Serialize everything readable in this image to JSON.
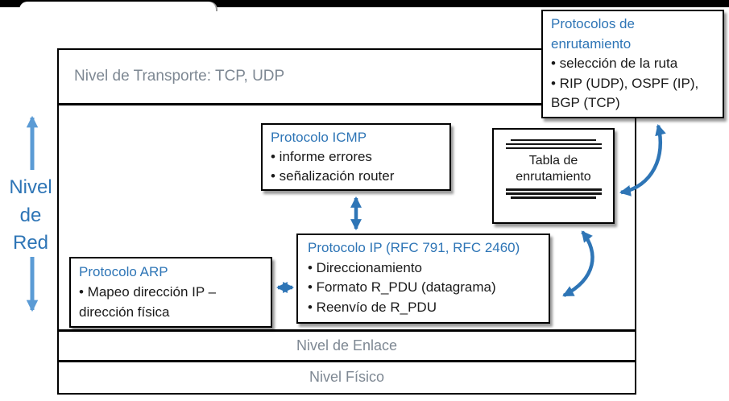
{
  "colors": {
    "accent_blue": "#2E75B6",
    "side_arrow_blue": "#5B9BD5",
    "layer_label_gray": "#7E8893",
    "box_border_black": "#000000"
  },
  "side_label": {
    "line1": "Nivel",
    "line2": "de",
    "line3": "Red"
  },
  "layers": {
    "transport_label": "Nivel de Transporte: TCP, UDP",
    "link_label": "Nivel de Enlace",
    "physical_label": "Nivel Físico"
  },
  "boxes": {
    "routing_protocols": {
      "title": "Protocolos de enrutamiento",
      "bullets": [
        "• selección de la ruta",
        "• RIP (UDP), OSPF (IP), BGP (TCP)"
      ]
    },
    "icmp": {
      "title": "Protocolo ICMP",
      "bullets": [
        "• informe errores",
        "• señalización router"
      ]
    },
    "routing_table": {
      "line1": "Tabla de",
      "line2": "enrutamiento"
    },
    "ip": {
      "title": "Protocolo IP (RFC 791, RFC 2460)",
      "bullets": [
        "• Direccionamiento",
        "• Formato R_PDU (datagrama)",
        "• Reenvío de R_PDU"
      ]
    },
    "arp": {
      "title": "Protocolo ARP",
      "bullets": [
        "• Mapeo dirección IP – dirección física"
      ]
    }
  }
}
